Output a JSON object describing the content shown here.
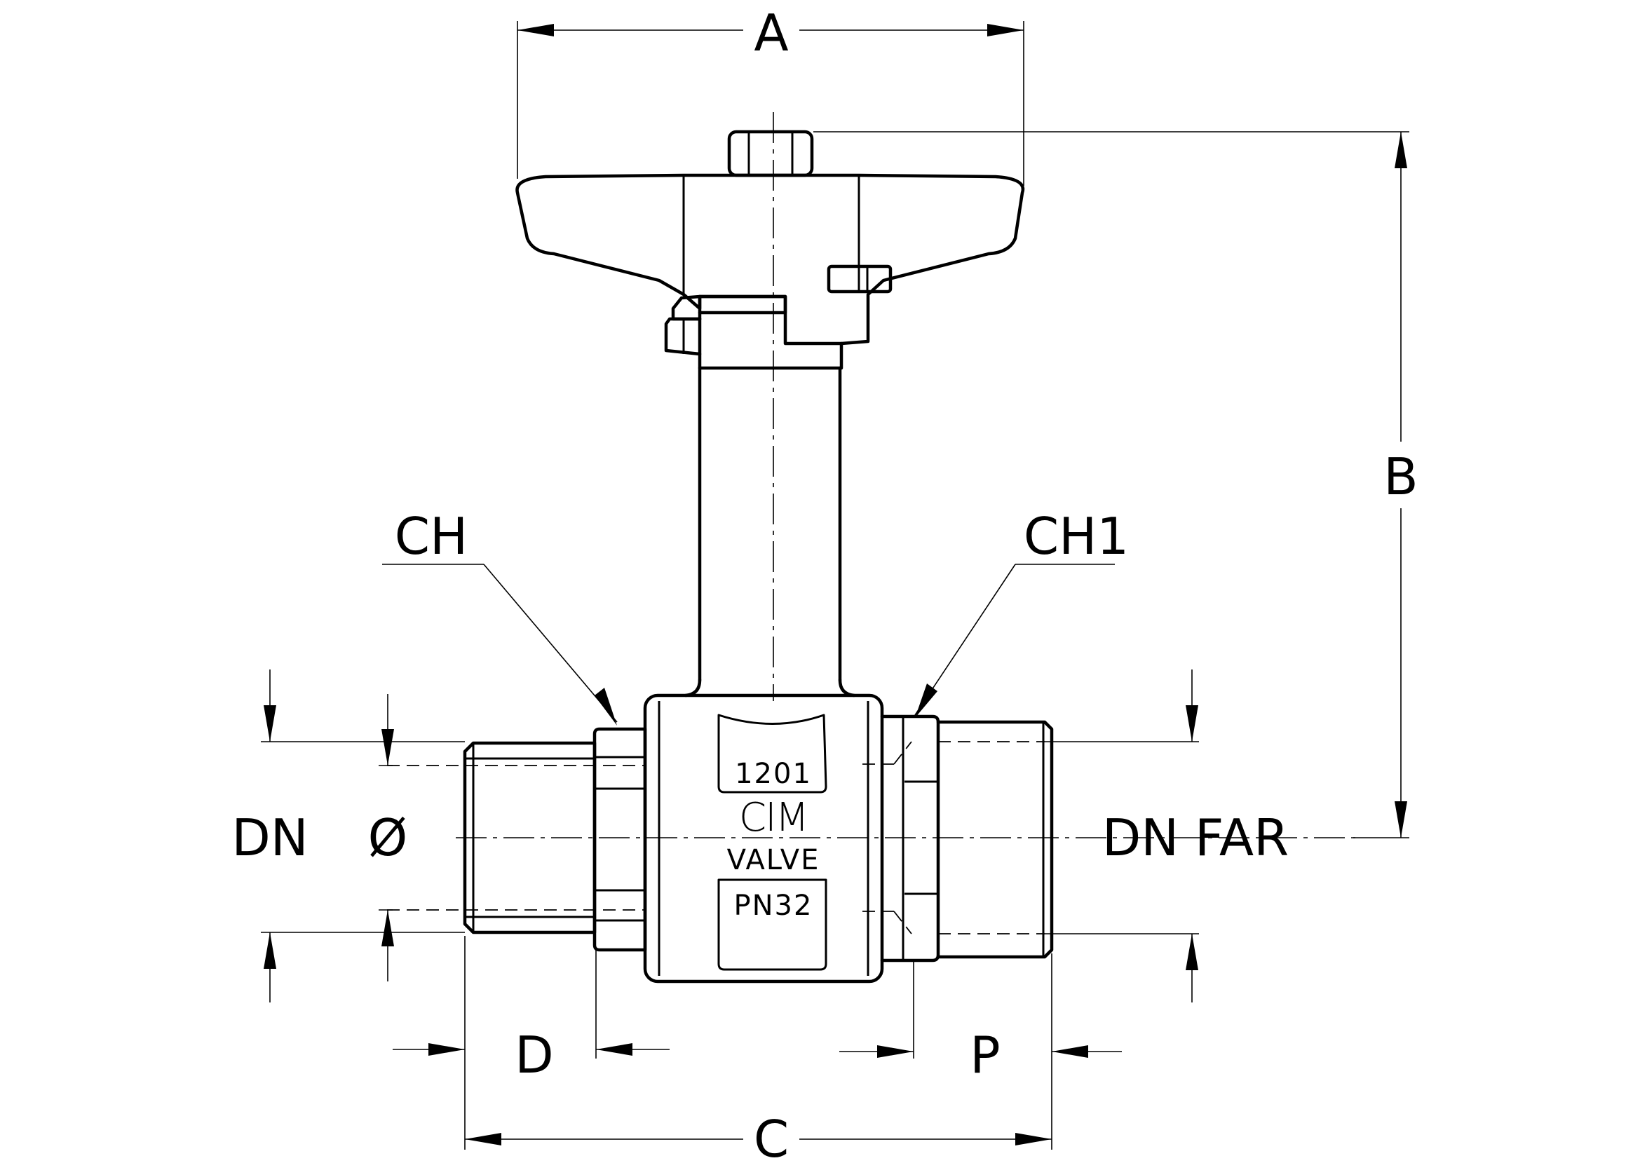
{
  "dimensions": {
    "width_a": "A",
    "height_b": "B",
    "length_c": "C",
    "thread_d": "D",
    "thread_p": "P",
    "nominal_left": "DN",
    "bore": "Ø",
    "nominal_right": "DN FAR",
    "wrench_left": "CH",
    "wrench_right": "CH1"
  },
  "body_marking": {
    "model": "1201",
    "brand": "CIM",
    "type": "VALVE",
    "pressure": "PN32"
  }
}
